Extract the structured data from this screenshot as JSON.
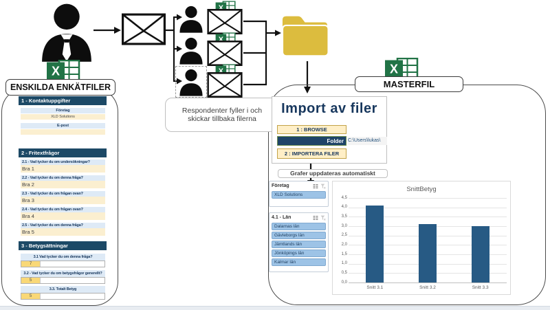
{
  "flow": {
    "note": "Respondenter fyller i och skickar tillbaka filerna"
  },
  "left_panel": {
    "badge": "ENSKILDA ENKÄTFILER",
    "section1": {
      "title": "1 - Kontaktuppgifter",
      "fields": [
        {
          "label": "Företag",
          "value": "XLD Solutions"
        },
        {
          "label": "E-post",
          "value": ""
        }
      ]
    },
    "section2": {
      "title": "2 - Fritextfrågor",
      "items": [
        {
          "q": "2.1 - Vad tycker du om undersökningar?",
          "a": "Bra 1"
        },
        {
          "q": "2.2 - Vad tycker du om denna fråga?",
          "a": "Bra 2"
        },
        {
          "q": "2.3 - Vad tycker du om frågan ovan?",
          "a": "Bra 3"
        },
        {
          "q": "2.4 - Vad tycker du om frågan ovan?",
          "a": "Bra 4"
        },
        {
          "q": "2.5 - Vad tycker du om denna fråga?",
          "a": "Bra 5"
        }
      ]
    },
    "section3": {
      "title": "3 - Betygsättningar",
      "items": [
        {
          "q": "3.1 Vad tycker du om denna fråga?",
          "score": "7"
        },
        {
          "q": "3.2 - Vad tycker du om betygsfrågor generellt?",
          "score": "5"
        },
        {
          "q": "3.3. Totalt Betyg",
          "score": "5"
        }
      ]
    }
  },
  "right_panel": {
    "badge": "MASTERFIL",
    "import_box": {
      "title": "Import av filer",
      "browse_button": "1 : BROWSE",
      "folder_label": "Folder",
      "folder_path": "C:\\Users\\lukas\\",
      "import_button": "2 : IMPORTERA FILER"
    },
    "note": "Grafer uppdateras automatiskt",
    "slicers": [
      {
        "title": "Företag",
        "items": [
          "XLD Solutions"
        ]
      },
      {
        "title": "4.1 - Län",
        "items": [
          "Dalarnas län",
          "Gävleborgs län",
          "Jämtlands län",
          "Jönköpings län",
          "Kalmar län"
        ]
      }
    ]
  },
  "chart_data": {
    "type": "bar",
    "title": "SnittBetyg",
    "categories": [
      "Snitt 3.1",
      "Snitt 3.2",
      "Snitt 3.3"
    ],
    "values": [
      4.1,
      3.1,
      3.0
    ],
    "ylim": [
      0,
      4.5
    ],
    "ytick_labels": [
      "0,0",
      "0,5",
      "1,0",
      "1,5",
      "2,0",
      "2,5",
      "3,0",
      "3,5",
      "4,0",
      "4,5"
    ],
    "bar_color": "#275A84",
    "grid": true,
    "legend": "none",
    "xlabel": "",
    "ylabel": ""
  },
  "icons": {
    "person": "person-silhouette-icon",
    "envelope": "envelope-icon",
    "excel": "excel-file-icon",
    "folder": "folder-icon",
    "multiselect": "slicer-multiselect-icon",
    "clear_filter": "slicer-clear-filter-icon"
  },
  "colors": {
    "navy_header": "#1C4966",
    "title_navy": "#17375D",
    "question_blue": "#DEEAF6",
    "answer_cream": "#FBEFD0",
    "score_yellow": "#F9D877",
    "button_fill": "#FFEFC7",
    "button_border": "#C3A347",
    "slicer_blue": "#9DC3E6",
    "bar_blue": "#275A84",
    "excel_green": "#217346",
    "folder_yellow": "#DCBC3E"
  }
}
